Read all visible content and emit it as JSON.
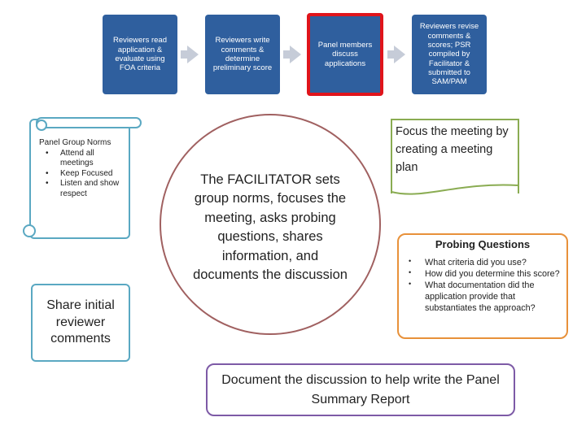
{
  "process_steps": [
    {
      "label": "Reviewers read application & evaluate using FOA criteria"
    },
    {
      "label": "Reviewers write comments & determine preliminary score"
    },
    {
      "label": "Panel members discuss applications"
    },
    {
      "label": "Reviewers revise comments & scores; PSR compiled by Facilitator & submitted to SAM/PAM"
    }
  ],
  "panel_norms": {
    "title": "Panel Group Norms",
    "items": [
      "Attend all meetings",
      "Keep Focused",
      "Listen and show respect"
    ]
  },
  "share_comments": "Share initial reviewer comments",
  "facilitator": "The FACILITATOR sets group norms, focuses the meeting, asks probing questions, shares information, and documents the discussion",
  "meeting_plan": "Focus the meeting by creating a meeting plan",
  "probing_questions": {
    "title": "Probing Questions",
    "items": [
      "What criteria did you use?",
      "How did you determine this score?",
      "What documentation did the application provide that substantiates the approach?"
    ]
  },
  "document_discussion": "Document the discussion to help write the Panel Summary Report",
  "colors": {
    "step_fill": "#2f5f9e",
    "active_border": "#e0141b",
    "norms_border": "#5aa8c2",
    "plan_border": "#8aac52",
    "probe_border": "#e8913a",
    "doc_border": "#7d5aa6",
    "circle_border": "#a06060"
  }
}
